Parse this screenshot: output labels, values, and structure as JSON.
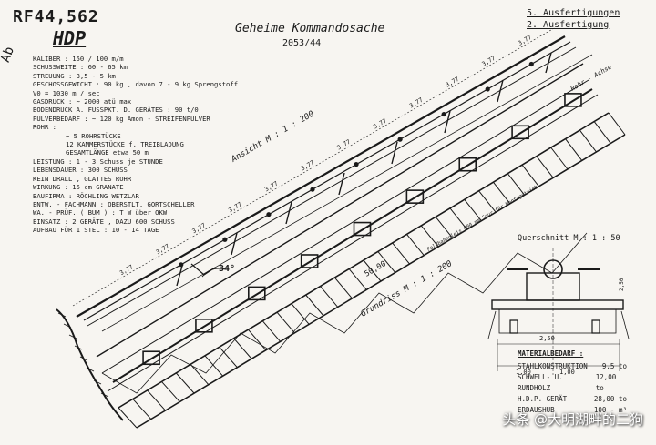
{
  "header": {
    "ref": "RF44,562",
    "title_short": "HDP",
    "side_mark": "Ab",
    "secret_title": "Geheime Kommandosache",
    "doc_number": "2053/44",
    "top_right_1": "5. Ausfertigungen",
    "top_right_2": "2. Ausfertigung"
  },
  "specs": {
    "lines": [
      "KALIBER : 150 / 100 m/m",
      "SCHUSSWEITE : 60 - 65 km",
      "STREUUNG : 3,5 - 5 km",
      "GESCHOSSGEWICHT : 90 kg , davon 7 - 9 kg Sprengstoff",
      "V0 = 1030 m / sec",
      "GASDRUCK : ~ 2000 atü max",
      "BODENDRUCK A. FUSSPKT. D. GERÄTES : 90 t/0",
      "PULVERBEDARF : ~ 120 kg Amon - STREIFENPULVER",
      "ROHR :"
    ],
    "sublines": [
      "~ 5 ROHRSTÜCKE",
      "12 KAMMERSTÜCKE f. TREIBLADUNG",
      "GESAMTLÄNGE etwa 50 m"
    ],
    "lines2": [
      "LEISTUNG : 1 - 3 Schuss je STUNDE",
      "LEBENSDAUER : 300 SCHUSS",
      "KEIN DRALL , GLATTES ROHR",
      "WIRKUNG : 15 cm GRANATE",
      "BAUFIRMA : RÖCHLING WETZLAR",
      "ENTW. - FACHMANN : OBERSTLT. GORTSCHELLER",
      "WA. - PRÜF. ( BUM ) : T W über OKW",
      "EINSATZ : 2 GERÄTE , DAZU 600 SCHUSS",
      "AUFBAU FÜR 1 STEL : 10 - 14 TAGE"
    ]
  },
  "drawing": {
    "view_label": "Ansicht M : 1 : 200",
    "plan_label": "Grundriss M : 1 : 200",
    "section_label": "Querschnitt M : 1 : 50",
    "axis_label": "Rohr - Achse",
    "track_label": "Feldbahngleis 600 mm Spur für Montagetrieb",
    "angle_label": "34°",
    "length_label": "50,00",
    "dim_segment": "3,77",
    "section_dims": [
      "2,50",
      "1,00",
      "1,00",
      "2,50"
    ]
  },
  "materials": {
    "heading": "MATERIALBEDARF :",
    "rows": [
      {
        "item": "STAHLKONSTRUKTION",
        "qty": "9,5 to"
      },
      {
        "item": "SCHWELL- U. RUNDHOLZ",
        "qty": "12,00 to"
      },
      {
        "item": "H.D.P. GERÄT",
        "qty": "28,00 to"
      },
      {
        "item": "ERDAUSHUB",
        "qty": "~ 100 - m³"
      }
    ]
  },
  "watermark": "头条 @大明湖畔的二狗"
}
